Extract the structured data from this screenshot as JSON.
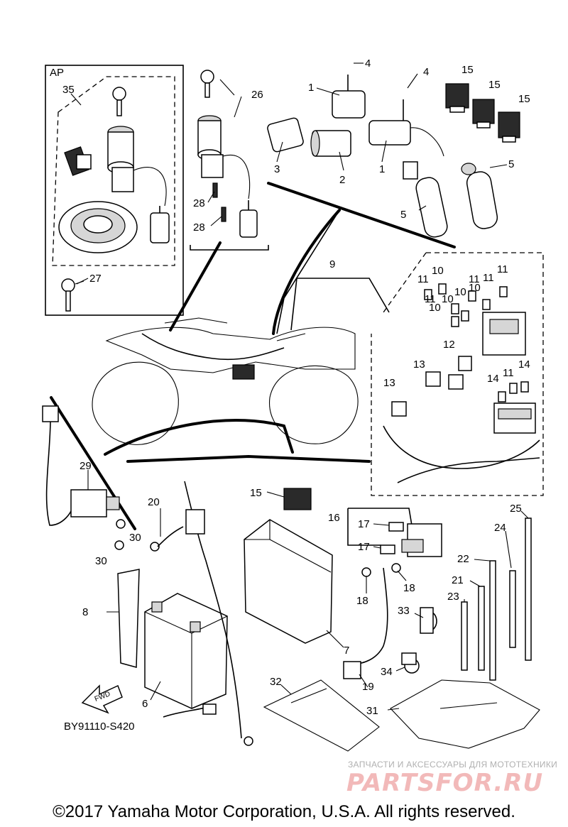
{
  "diagram": {
    "code": "BY91110-S420",
    "fwd_label": "FWD",
    "ap_label": "AP",
    "callouts": [
      {
        "id": "c1a",
        "text": "1"
      },
      {
        "id": "c1b",
        "text": "1"
      },
      {
        "id": "c2",
        "text": "2"
      },
      {
        "id": "c3",
        "text": "3"
      },
      {
        "id": "c4a",
        "text": "4"
      },
      {
        "id": "c4b",
        "text": "4"
      },
      {
        "id": "c5a",
        "text": "5"
      },
      {
        "id": "c5b",
        "text": "5"
      },
      {
        "id": "c6",
        "text": "6"
      },
      {
        "id": "c7",
        "text": "7"
      },
      {
        "id": "c8",
        "text": "8"
      },
      {
        "id": "c9",
        "text": "9"
      },
      {
        "id": "c10a",
        "text": "10"
      },
      {
        "id": "c10b",
        "text": "10"
      },
      {
        "id": "c10c",
        "text": "10"
      },
      {
        "id": "c10d",
        "text": "10"
      },
      {
        "id": "c10e",
        "text": "10"
      },
      {
        "id": "c11a",
        "text": "11"
      },
      {
        "id": "c11b",
        "text": "11"
      },
      {
        "id": "c11c",
        "text": "11"
      },
      {
        "id": "c11d",
        "text": "11"
      },
      {
        "id": "c11e",
        "text": "11"
      },
      {
        "id": "c11f",
        "text": "11"
      },
      {
        "id": "c12",
        "text": "12"
      },
      {
        "id": "c13a",
        "text": "13"
      },
      {
        "id": "c13b",
        "text": "13"
      },
      {
        "id": "c14a",
        "text": "14"
      },
      {
        "id": "c14b",
        "text": "14"
      },
      {
        "id": "c15a",
        "text": "15"
      },
      {
        "id": "c15b",
        "text": "15"
      },
      {
        "id": "c15c",
        "text": "15"
      },
      {
        "id": "c15d",
        "text": "15"
      },
      {
        "id": "c16",
        "text": "16"
      },
      {
        "id": "c17a",
        "text": "17"
      },
      {
        "id": "c17b",
        "text": "17"
      },
      {
        "id": "c18a",
        "text": "18"
      },
      {
        "id": "c18b",
        "text": "18"
      },
      {
        "id": "c19",
        "text": "19"
      },
      {
        "id": "c20",
        "text": "20"
      },
      {
        "id": "c21",
        "text": "21"
      },
      {
        "id": "c22",
        "text": "22"
      },
      {
        "id": "c23",
        "text": "23"
      },
      {
        "id": "c24",
        "text": "24"
      },
      {
        "id": "c25",
        "text": "25"
      },
      {
        "id": "c26",
        "text": "26"
      },
      {
        "id": "c27",
        "text": "27"
      },
      {
        "id": "c28a",
        "text": "28"
      },
      {
        "id": "c28b",
        "text": "28"
      },
      {
        "id": "c29",
        "text": "29"
      },
      {
        "id": "c30a",
        "text": "30"
      },
      {
        "id": "c30b",
        "text": "30"
      },
      {
        "id": "c31",
        "text": "31"
      },
      {
        "id": "c32",
        "text": "32"
      },
      {
        "id": "c33",
        "text": "33"
      },
      {
        "id": "c34",
        "text": "34"
      },
      {
        "id": "c35",
        "text": "35"
      }
    ]
  },
  "footer": {
    "copyright": "©2017 Yamaha Motor Corporation, U.S.A. All rights reserved.",
    "watermark_text": "ЗАПЧАСТИ И АКСЕССУАРЫ ДЛЯ МОТОТЕХНИКИ",
    "watermark_logo": "PARTSFOR.RU"
  }
}
